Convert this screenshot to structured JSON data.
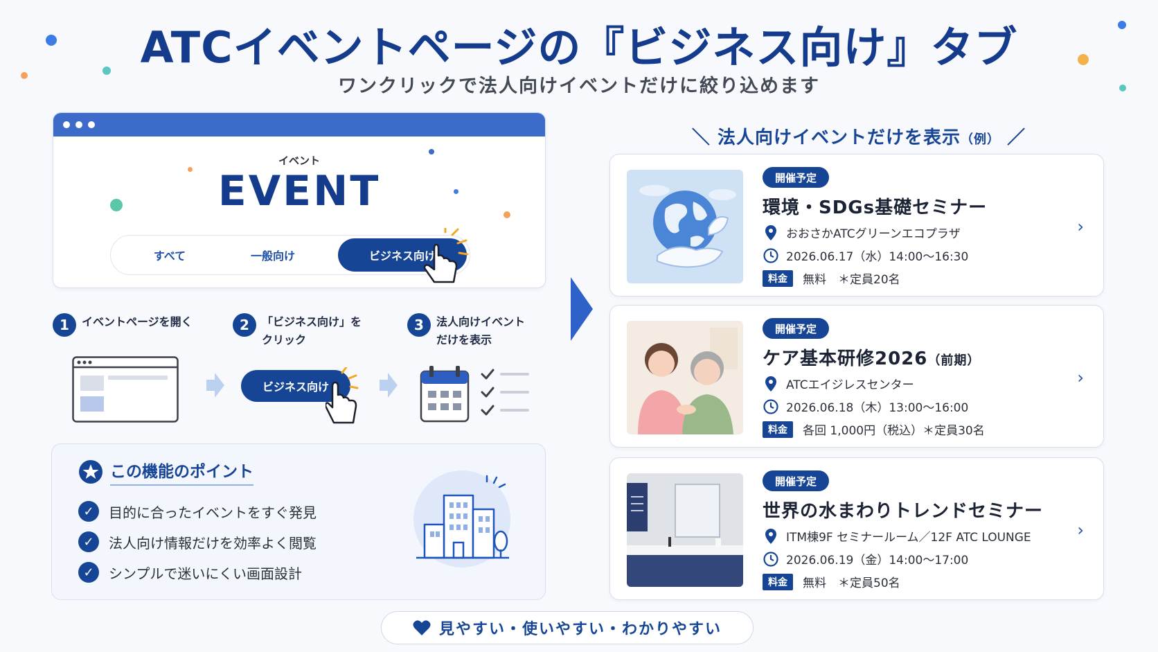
{
  "header": {
    "title": "ATCイベントページの『ビジネス向け』タブ",
    "subtitle": "ワンクリックで法人向けイベントだけに絞り込めます"
  },
  "browser": {
    "event_small": "イベント",
    "event_big": "EVENT",
    "tabs": [
      {
        "label": "すべて",
        "active": false
      },
      {
        "label": "一般向け",
        "active": false
      },
      {
        "label": "ビジネス向け",
        "active": true
      }
    ]
  },
  "steps": [
    {
      "number": "1",
      "text": "イベントページを開く"
    },
    {
      "number": "2",
      "text": "「ビジネス向け」を\nクリック"
    },
    {
      "number": "3",
      "text": "法人向けイベント\nだけを表示"
    }
  ],
  "step_button_label": "ビジネス向け",
  "points": {
    "title": "この機能のポイント",
    "items": [
      "目的に合ったイベントをすぐ発見",
      "法人向け情報だけを効率よく閲覧",
      "シンプルで迷いにくい画面設計"
    ]
  },
  "right_panel": {
    "title": "法人向けイベントだけを表示",
    "title_note": "（例）",
    "events": [
      {
        "badge": "開催予定",
        "title": "環境・SDGs基礎セミナー",
        "title_note": "",
        "location": "おおさかATCグリーンエコプラザ",
        "datetime": "2026.06.17（水）14:00〜16:30",
        "fee_label": "料金",
        "fee": "無料　＊定員20名"
      },
      {
        "badge": "開催予定",
        "title": "ケア基本研修2026",
        "title_note": "（前期）",
        "location": "ATCエイジレスセンター",
        "datetime": "2026.06.18（木）13:00〜16:00",
        "fee_label": "料金",
        "fee": "各回 1,000円（税込）＊定員30名"
      },
      {
        "badge": "開催予定",
        "title": "世界の水まわりトレンドセミナー",
        "title_note": "",
        "location": "ITM棟9F セミナールーム／12F ATC LOUNGE",
        "datetime": "2026.06.19（金）14:00〜17:00",
        "fee_label": "料金",
        "fee": "無料　＊定員50名"
      }
    ]
  },
  "footer": {
    "text": "見やすい・使いやすい・わかりやすい"
  },
  "colors": {
    "primary": "#164596",
    "accent_blue": "#3d6bc9",
    "accent_orange": "#f59a3a",
    "accent_teal": "#45b8a8"
  }
}
